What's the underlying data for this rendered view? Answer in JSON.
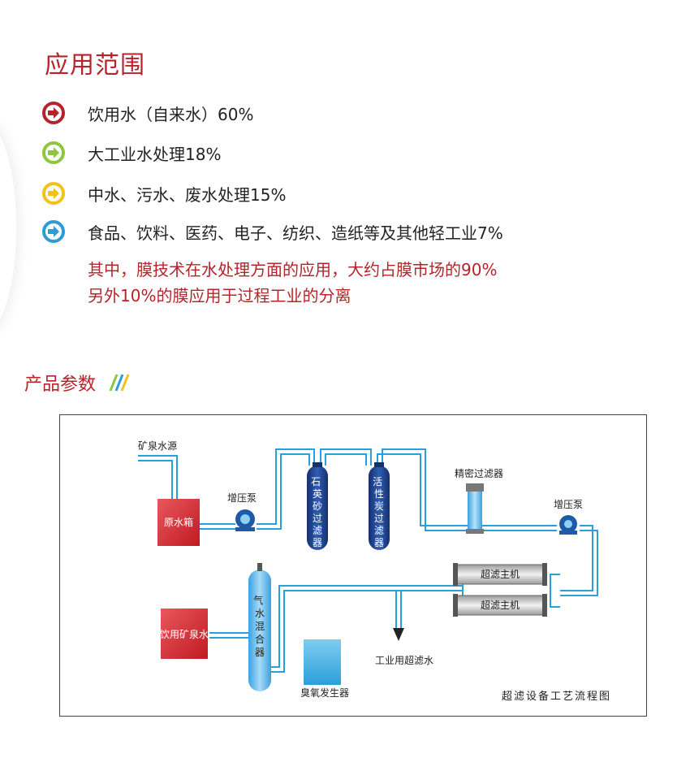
{
  "application": {
    "title": "应用范围",
    "items": [
      {
        "text": "饮用水（自来水）60%",
        "icon": "arrow-circle-red-icon",
        "color": "#b5242a"
      },
      {
        "text": "大工业水处理18%",
        "icon": "arrow-circle-green-icon",
        "color": "#8dc63f"
      },
      {
        "text": "中水、污水、废水处理15%",
        "icon": "arrow-circle-yellow-icon",
        "color": "#f2c21b"
      },
      {
        "text": "食品、饮料、医药、电子、纺织、造纸等及其他轻工业7%",
        "icon": "arrow-circle-blue-icon",
        "color": "#2d9bd8"
      }
    ],
    "note_lines": [
      "其中，膜技术在水处理方面的应用，大约占膜市场的90%",
      "另外10%的膜应用于过程工业的分离"
    ]
  },
  "params": {
    "title": "产品参数"
  },
  "diagram": {
    "labels": {
      "source": "矿泉水源",
      "raw_tank": "原水箱",
      "pump1": "增压泵",
      "sand_filter": "石英砂过滤器",
      "carbon_filter": "活性炭过滤器",
      "precision_filter": "精密过滤器",
      "pump2": "增压泵",
      "uf1": "超滤主机",
      "uf2": "超滤主机",
      "mixer": "气水混合器",
      "drinking": "饮用矿泉水",
      "ozone": "臭氧发生器",
      "industrial": "工业用超滤水"
    },
    "caption": "超滤设备工艺流程图",
    "colors": {
      "pipe": "#2b9fd9",
      "tank": "#d1282e",
      "vessel": "#1d3f8c",
      "accent": "#b5242a"
    }
  }
}
